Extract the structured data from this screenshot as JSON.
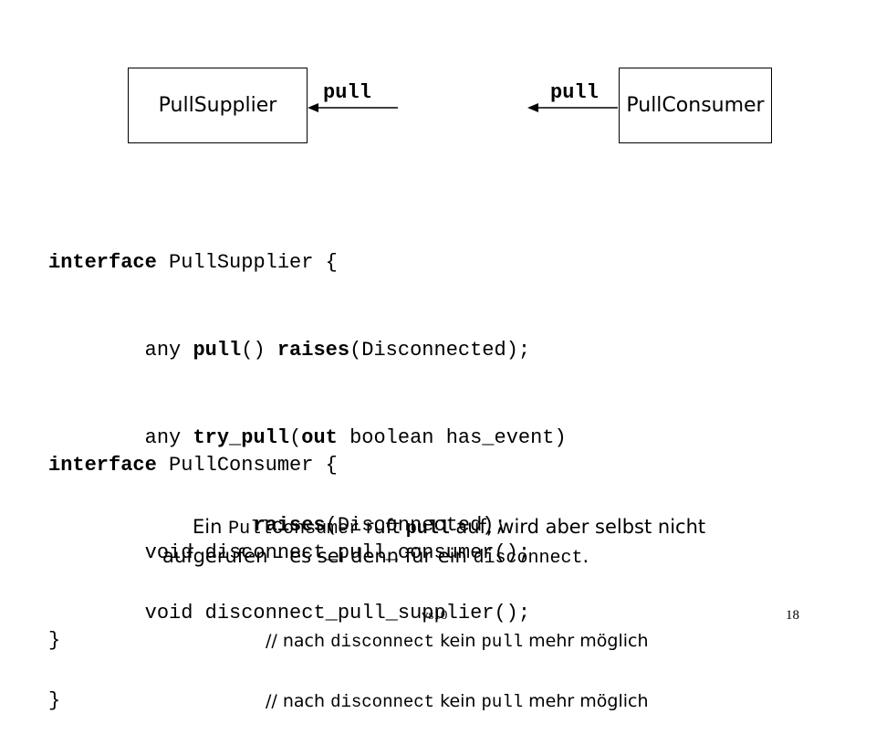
{
  "diagram": {
    "supplier_label": "PullSupplier",
    "consumer_label": "PullConsumer",
    "arrow_left_label": "pull",
    "arrow_right_label": "pull"
  },
  "code1": {
    "l1_kw": "interface",
    "l1_rest": " PullSupplier {",
    "l2_a": "        any ",
    "l2_kw1": "pull",
    "l2_b": "() ",
    "l2_kw2": "raises",
    "l2_c": "(Disconnected);",
    "l3_a": "        any ",
    "l3_kw1": "try_pull",
    "l3_b": "(",
    "l3_kw2": "out",
    "l3_c": " boolean has_event)",
    "l4_a": "                 ",
    "l4_kw": "raises",
    "l4_b": "(Disconnected);",
    "l5": "        void disconnect_pull_supplier();",
    "l6_brace": "}",
    "comment_a": "// nach ",
    "comment_m1": "disconnect",
    "comment_b": " kein ",
    "comment_m2": "pull",
    "comment_c": " mehr möglich"
  },
  "code2": {
    "l1_kw": "interface",
    "l1_rest": " PullConsumer {",
    "l2": "        void disconnect_pull_consumer();",
    "l3_brace": "}",
    "comment_a": "// nach ",
    "comment_m1": "disconnect",
    "comment_b": " kein ",
    "comment_m2": "pull",
    "comment_c": " mehr möglich"
  },
  "note": {
    "l1_a": "Ein ",
    "l1_m": "PullConsumer",
    "l1_b": " ruft ",
    "l1_mb": "pull",
    "l1_c": " auf, wird aber selbst nicht",
    "l2_a": "aufgerufen – es sei denn für ein ",
    "l2_m": "disconnect",
    "l2_b": "."
  },
  "footer": {
    "left": "vs10",
    "right": "18"
  }
}
